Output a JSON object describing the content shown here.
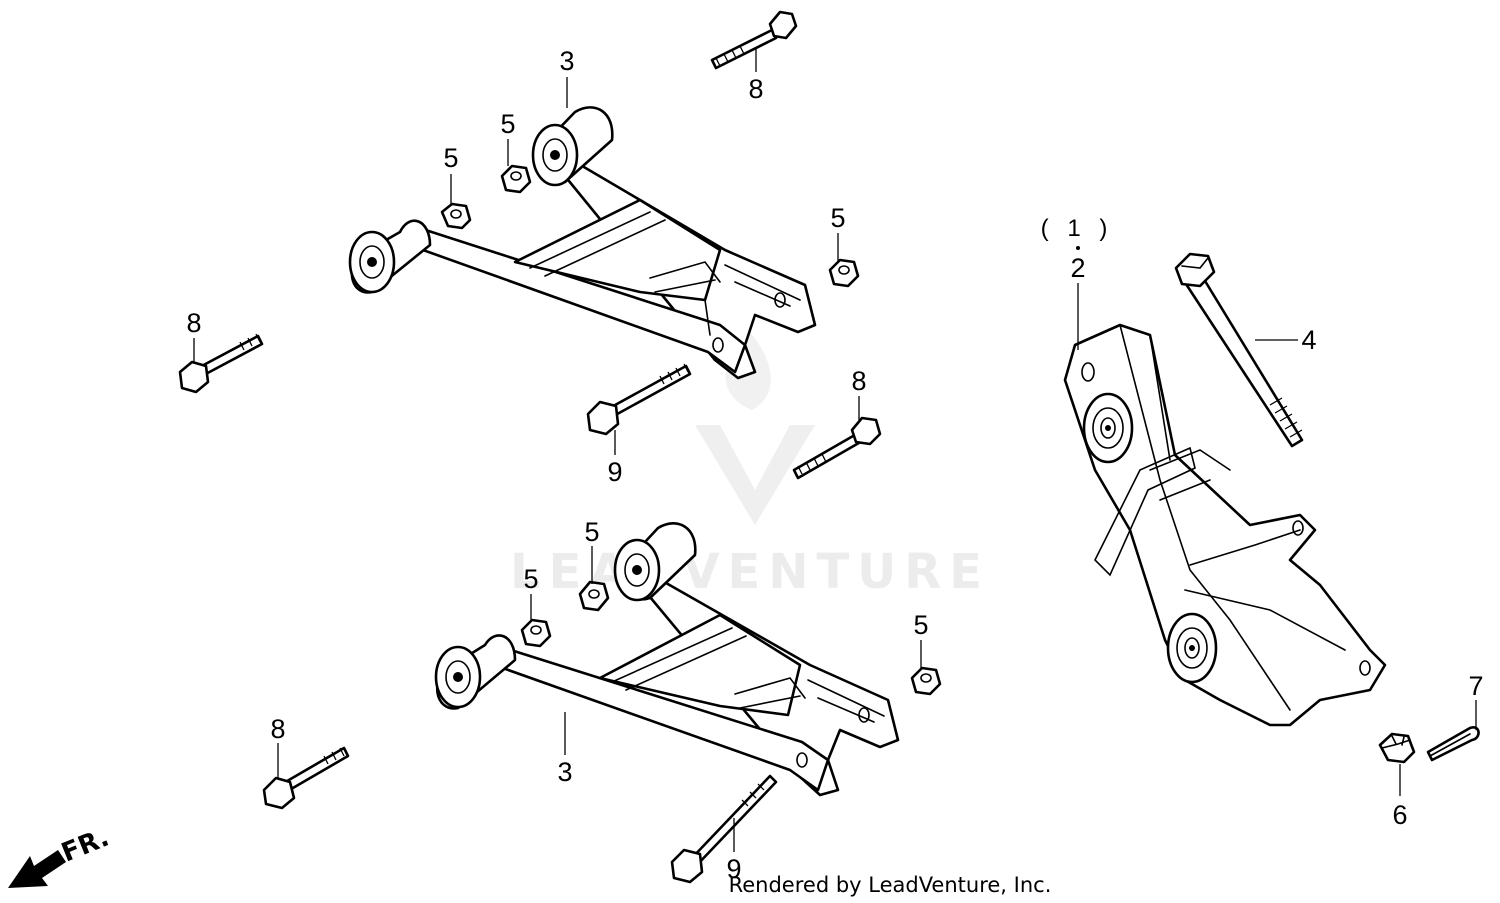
{
  "callouts": {
    "c3_top": "3",
    "c8_top": "8",
    "c5_a": "5",
    "c5_b": "5",
    "c5_c": "5",
    "c8_left": "8",
    "c9_mid": "9",
    "c8_mid": "8",
    "c1": "( 1 )",
    "c2": "2",
    "c4": "4",
    "c5_d": "5",
    "c5_e": "5",
    "c5_f": "5",
    "c8_low": "8",
    "c3_low": "3",
    "c9_low": "9",
    "c7": "7",
    "c6": "6"
  },
  "watermark": "LEADVENTURE",
  "footer": "Rendered by LeadVenture, Inc.",
  "direction_label": "FR."
}
